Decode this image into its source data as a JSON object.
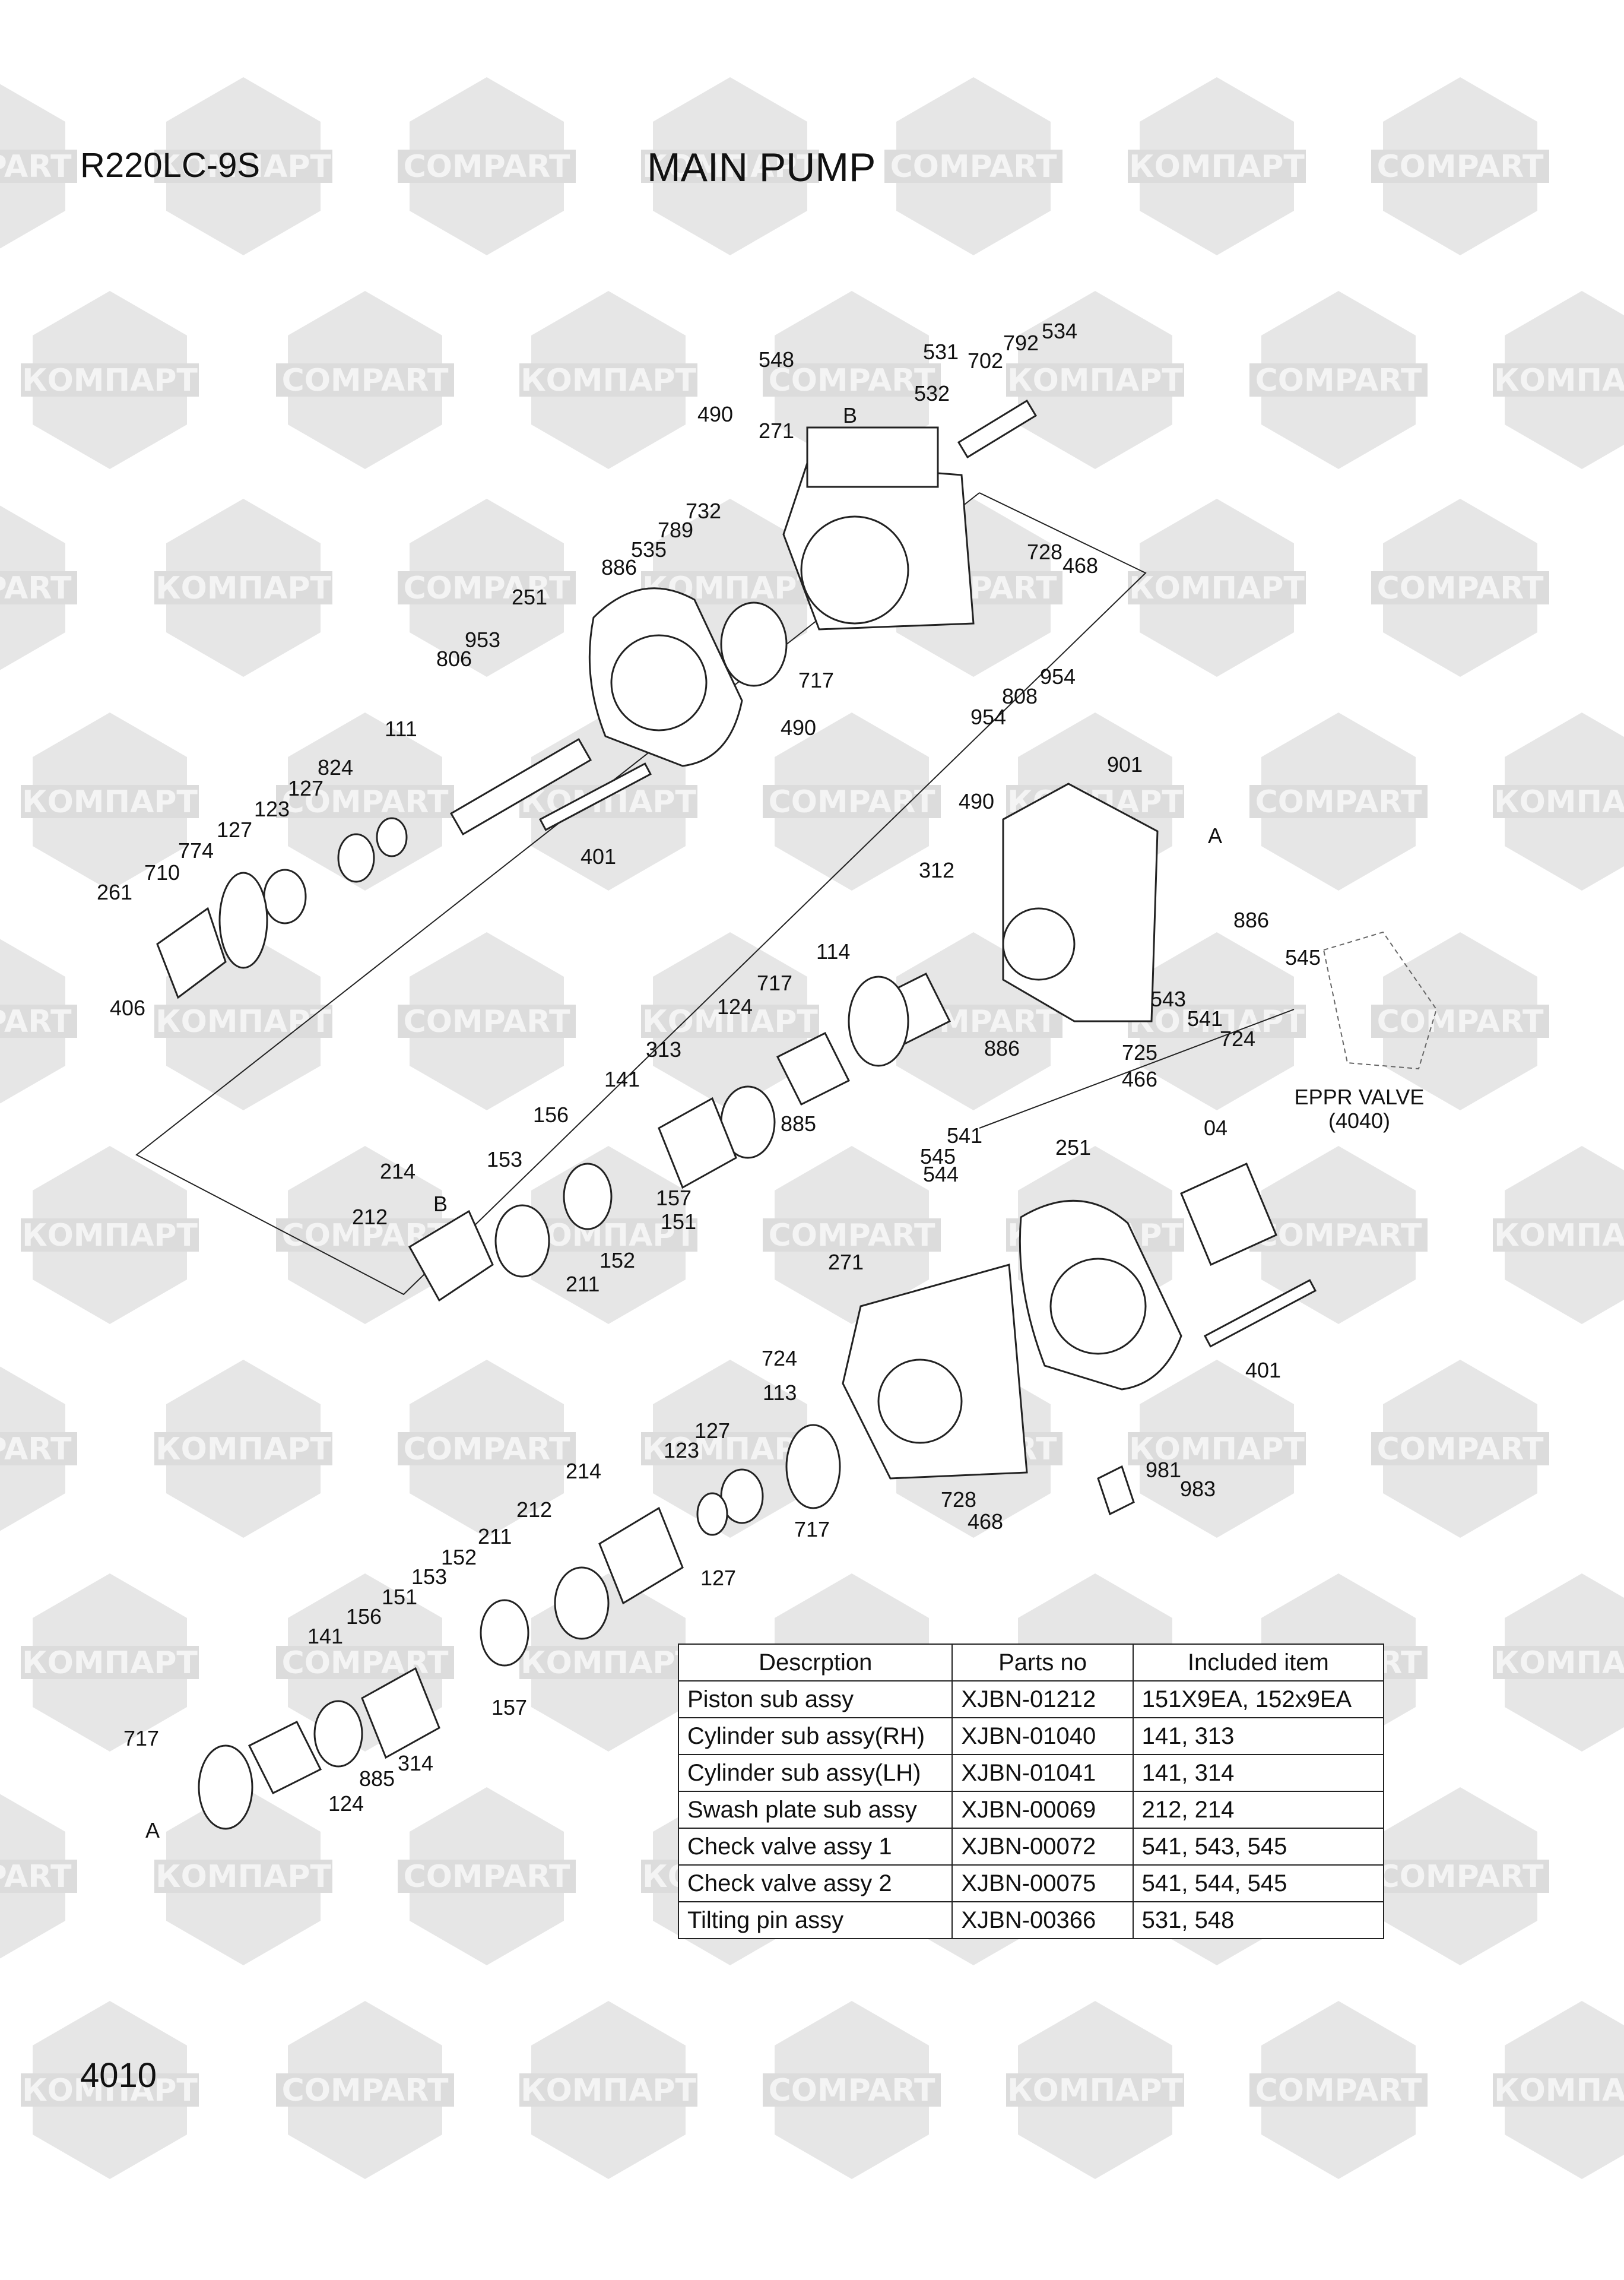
{
  "header": {
    "model": "R220LC-9S",
    "title": "MAIN PUMP",
    "page_number": "4010"
  },
  "watermark": {
    "text_cyrillic": "КОМПАРТ",
    "text_latin": "COMPART"
  },
  "eppr": {
    "label": "EPPR VALVE",
    "ref": "(4040)"
  },
  "callouts": {
    "c548": "548",
    "c531": "531",
    "c702": "702",
    "c792": "792",
    "c534": "534",
    "c532": "532",
    "c490a": "490",
    "c271a": "271",
    "cB1": "B",
    "c732": "732",
    "c789": "789",
    "c535": "535",
    "c886a": "886",
    "c728a": "728",
    "c468a": "468",
    "c251a": "251",
    "c953a": "953",
    "c806": "806",
    "c717a": "717",
    "c490b": "490",
    "c111": "111",
    "c824": "824",
    "c127a": "127",
    "c123a": "123",
    "c127b": "127",
    "c774": "774",
    "c710": "710",
    "c261": "261",
    "c406": "406",
    "c401a": "401",
    "c808": "808",
    "c954a": "954",
    "c954b": "954",
    "c901": "901",
    "c490c": "490",
    "cA1": "A",
    "c312": "312",
    "c886b": "886",
    "c545a": "545",
    "c114": "114",
    "c717b": "717",
    "c543": "543",
    "c541a": "541",
    "c724a": "724",
    "c124a": "124",
    "c886c": "886",
    "c725": "725",
    "c466": "466",
    "c313": "313",
    "c141a": "141",
    "c885a": "885",
    "c156a": "156",
    "c541b": "541",
    "c545b": "545",
    "c544": "544",
    "c04": "04",
    "c251b": "251",
    "c214a": "214",
    "cB2": "B",
    "c153a": "153",
    "c157a": "157",
    "c212a": "212",
    "c151a": "151",
    "c152a": "152",
    "c211a": "211",
    "c271b": "271",
    "c401b": "401",
    "c724b": "724",
    "c113": "113",
    "c127c": "127",
    "c123b": "123",
    "c214b": "214",
    "c717c": "717",
    "c981": "981",
    "c983": "983",
    "c728b": "728",
    "c468b": "468",
    "c212b": "212",
    "c127d": "127",
    "c211b": "211",
    "c152b": "152",
    "c153b": "153",
    "c151b": "151",
    "c156b": "156",
    "c141b": "141",
    "c157b": "157",
    "c717d": "717",
    "c885b": "885",
    "c314": "314",
    "c124b": "124",
    "cA2": "A"
  },
  "table": {
    "headers": [
      "Descrption",
      "Parts no",
      "Included item"
    ],
    "rows": [
      {
        "desc": "Piston sub assy",
        "part_no": "XJBN-01212",
        "items": "151X9EA, 152x9EA"
      },
      {
        "desc": "Cylinder sub assy(RH)",
        "part_no": "XJBN-01040",
        "items": "141, 313"
      },
      {
        "desc": "Cylinder sub assy(LH)",
        "part_no": "XJBN-01041",
        "items": "141, 314"
      },
      {
        "desc": "Swash plate sub assy",
        "part_no": "XJBN-00069",
        "items": "212, 214"
      },
      {
        "desc": "Check valve assy 1",
        "part_no": "XJBN-00072",
        "items": "541, 543, 545"
      },
      {
        "desc": "Check valve assy 2",
        "part_no": "XJBN-00075",
        "items": "541, 544, 545"
      },
      {
        "desc": "Tilting pin assy",
        "part_no": "XJBN-00366",
        "items": "531, 548"
      }
    ]
  }
}
